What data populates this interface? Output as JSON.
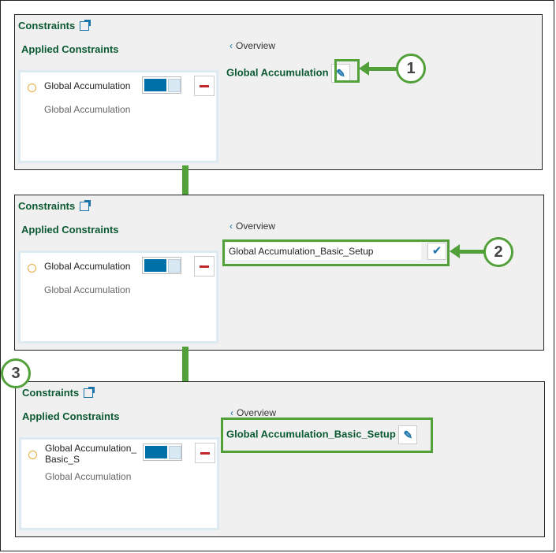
{
  "panels": [
    {
      "title": "Constraints",
      "applied": "Applied Constraints",
      "item_name": "Global Accumulation",
      "item_sub": "Global Accumulation",
      "overview": "Overview",
      "heading": "Global Accumulation"
    },
    {
      "title": "Constraints",
      "applied": "Applied Constraints",
      "item_name": "Global Accumulation",
      "item_sub": "Global Accumulation",
      "overview": "Overview",
      "input_value": "Global Accumulation_Basic_Setup"
    },
    {
      "title": "Constraints",
      "applied": "Applied Constraints",
      "item_name": "Global Accumulation_Basic_S",
      "item_sub": "Global Accumulation",
      "overview": "Overview",
      "heading": "Global Accumulation_Basic_Setup"
    }
  ],
  "callouts": [
    "1",
    "2",
    "3"
  ],
  "colors": {
    "accent_green": "#52a03a",
    "title_green": "#0b5a32",
    "blue": "#0070a8"
  }
}
